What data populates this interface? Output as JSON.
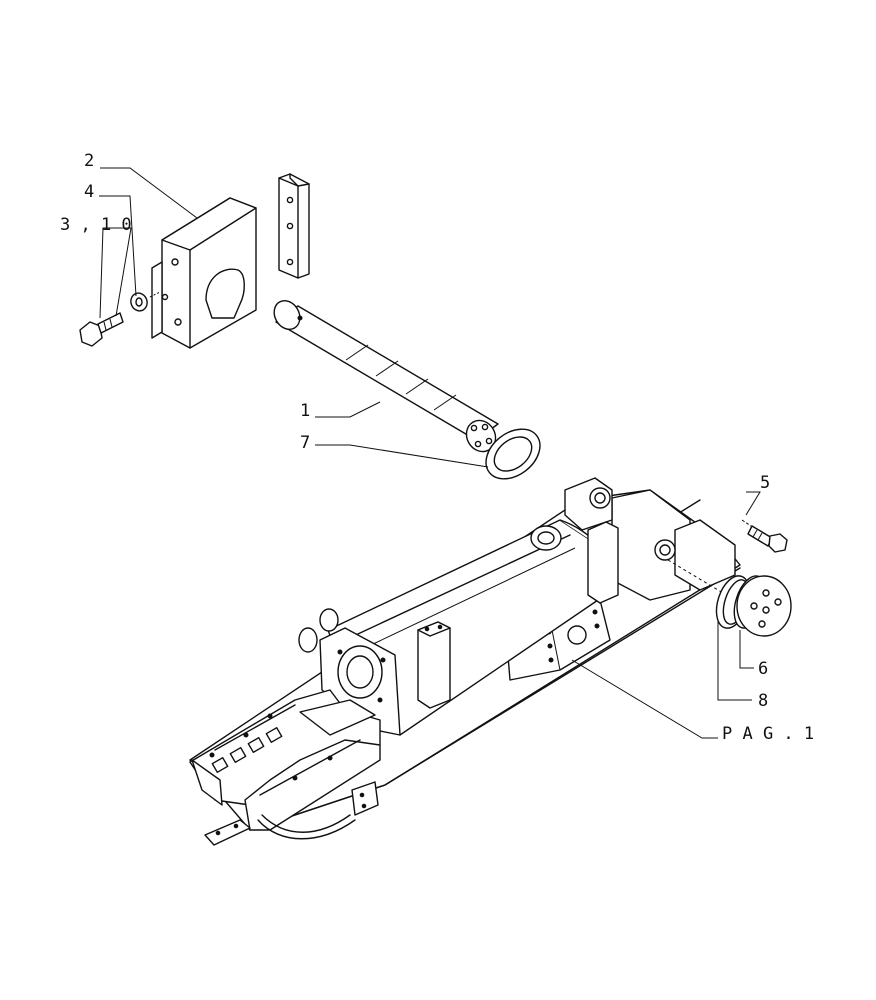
{
  "labels": {
    "l1": "1",
    "l2": "2",
    "l3_10": "3 , 1 0",
    "l4": "4",
    "l5": "5",
    "l6": "6",
    "l7": "7",
    "l8": "8",
    "ref": "P A G . 1"
  }
}
